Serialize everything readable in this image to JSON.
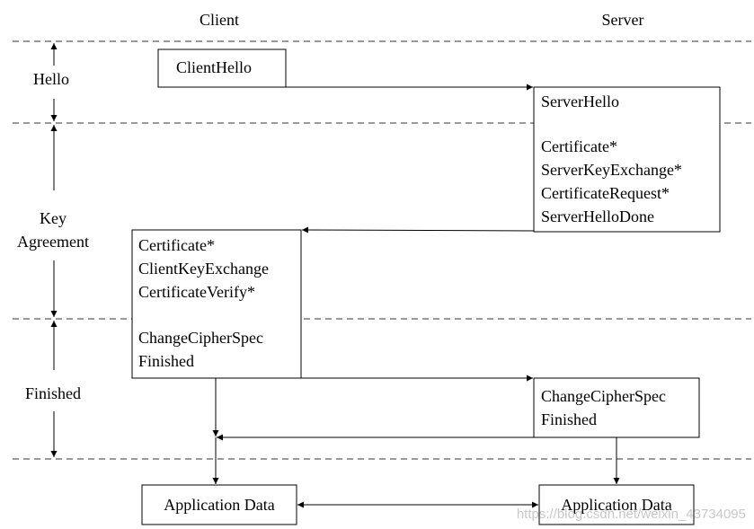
{
  "columns": {
    "client": "Client",
    "server": "Server"
  },
  "phases": {
    "hello": "Hello",
    "key_agreement_line1": "Key",
    "key_agreement_line2": "Agreement",
    "finished": "Finished"
  },
  "messages": {
    "client_hello": "ClientHello",
    "server_hello": "ServerHello",
    "server_certificate": "Certificate*",
    "server_key_exchange": "ServerKeyExchange*",
    "certificate_request": "CertificateRequest*",
    "server_hello_done": "ServerHelloDone",
    "client_certificate": "Certificate*",
    "client_key_exchange": "ClientKeyExchange",
    "certificate_verify": "CertificateVerify*",
    "client_change_cipher_spec": "ChangeCipherSpec",
    "client_finished": "Finished",
    "server_change_cipher_spec": "ChangeCipherSpec",
    "server_finished": "Finished",
    "client_app_data": "Application Data",
    "server_app_data": "Application Data"
  },
  "watermark": "https://blog.csdn.net/weixin_43734095"
}
